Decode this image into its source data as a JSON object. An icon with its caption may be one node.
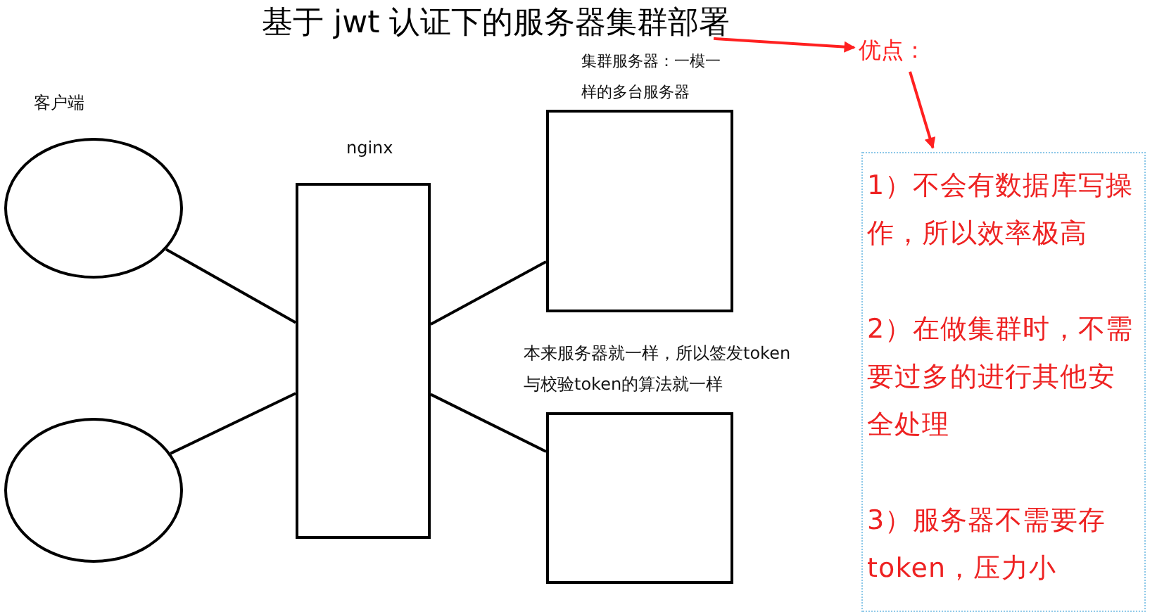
{
  "diagram": {
    "nodes": [
      {
        "text": [
          "基于 jwt 认证下的服务器集群部署"
        ]
      },
      {
        "text": [
          "优点："
        ]
      },
      {
        "text": [
          "1）不会有数据库写操作，所以效率极高",
          "2）在做集群时，不需要过多的进行其他安全处理",
          "3）服务器不需要存token，压力小"
        ]
      },
      {
        "text": [
          "客户端"
        ]
      },
      {
        "text": [],
        "shape": "circle"
      },
      {
        "text": [
          "nginx"
        ]
      },
      {
        "text": [
          "集群服务器：一模一样的多台服务器"
        ]
      },
      {
        "text": [],
        "shape": "box"
      }
    ],
    "edges": [
      {
        "from": 0,
        "to": 1,
        "arrow": "to",
        "color": "#ff2020"
      },
      {
        "from": 1,
        "to": 2,
        "arrow": "to",
        "color": "#ff2020"
      },
      {
        "from": 3,
        "to": 5,
        "arrow": "none"
      },
      {
        "from": 4,
        "to": 5,
        "arrow": "none"
      },
      {
        "from": 5,
        "to": 6,
        "arrow": "none"
      },
      {
        "from": 5,
        "to": 7,
        "arrow": "none"
      }
    ],
    "labels": [
      "本来服务器就一样，所以签发token与校验token的算法就一样"
    ]
  }
}
